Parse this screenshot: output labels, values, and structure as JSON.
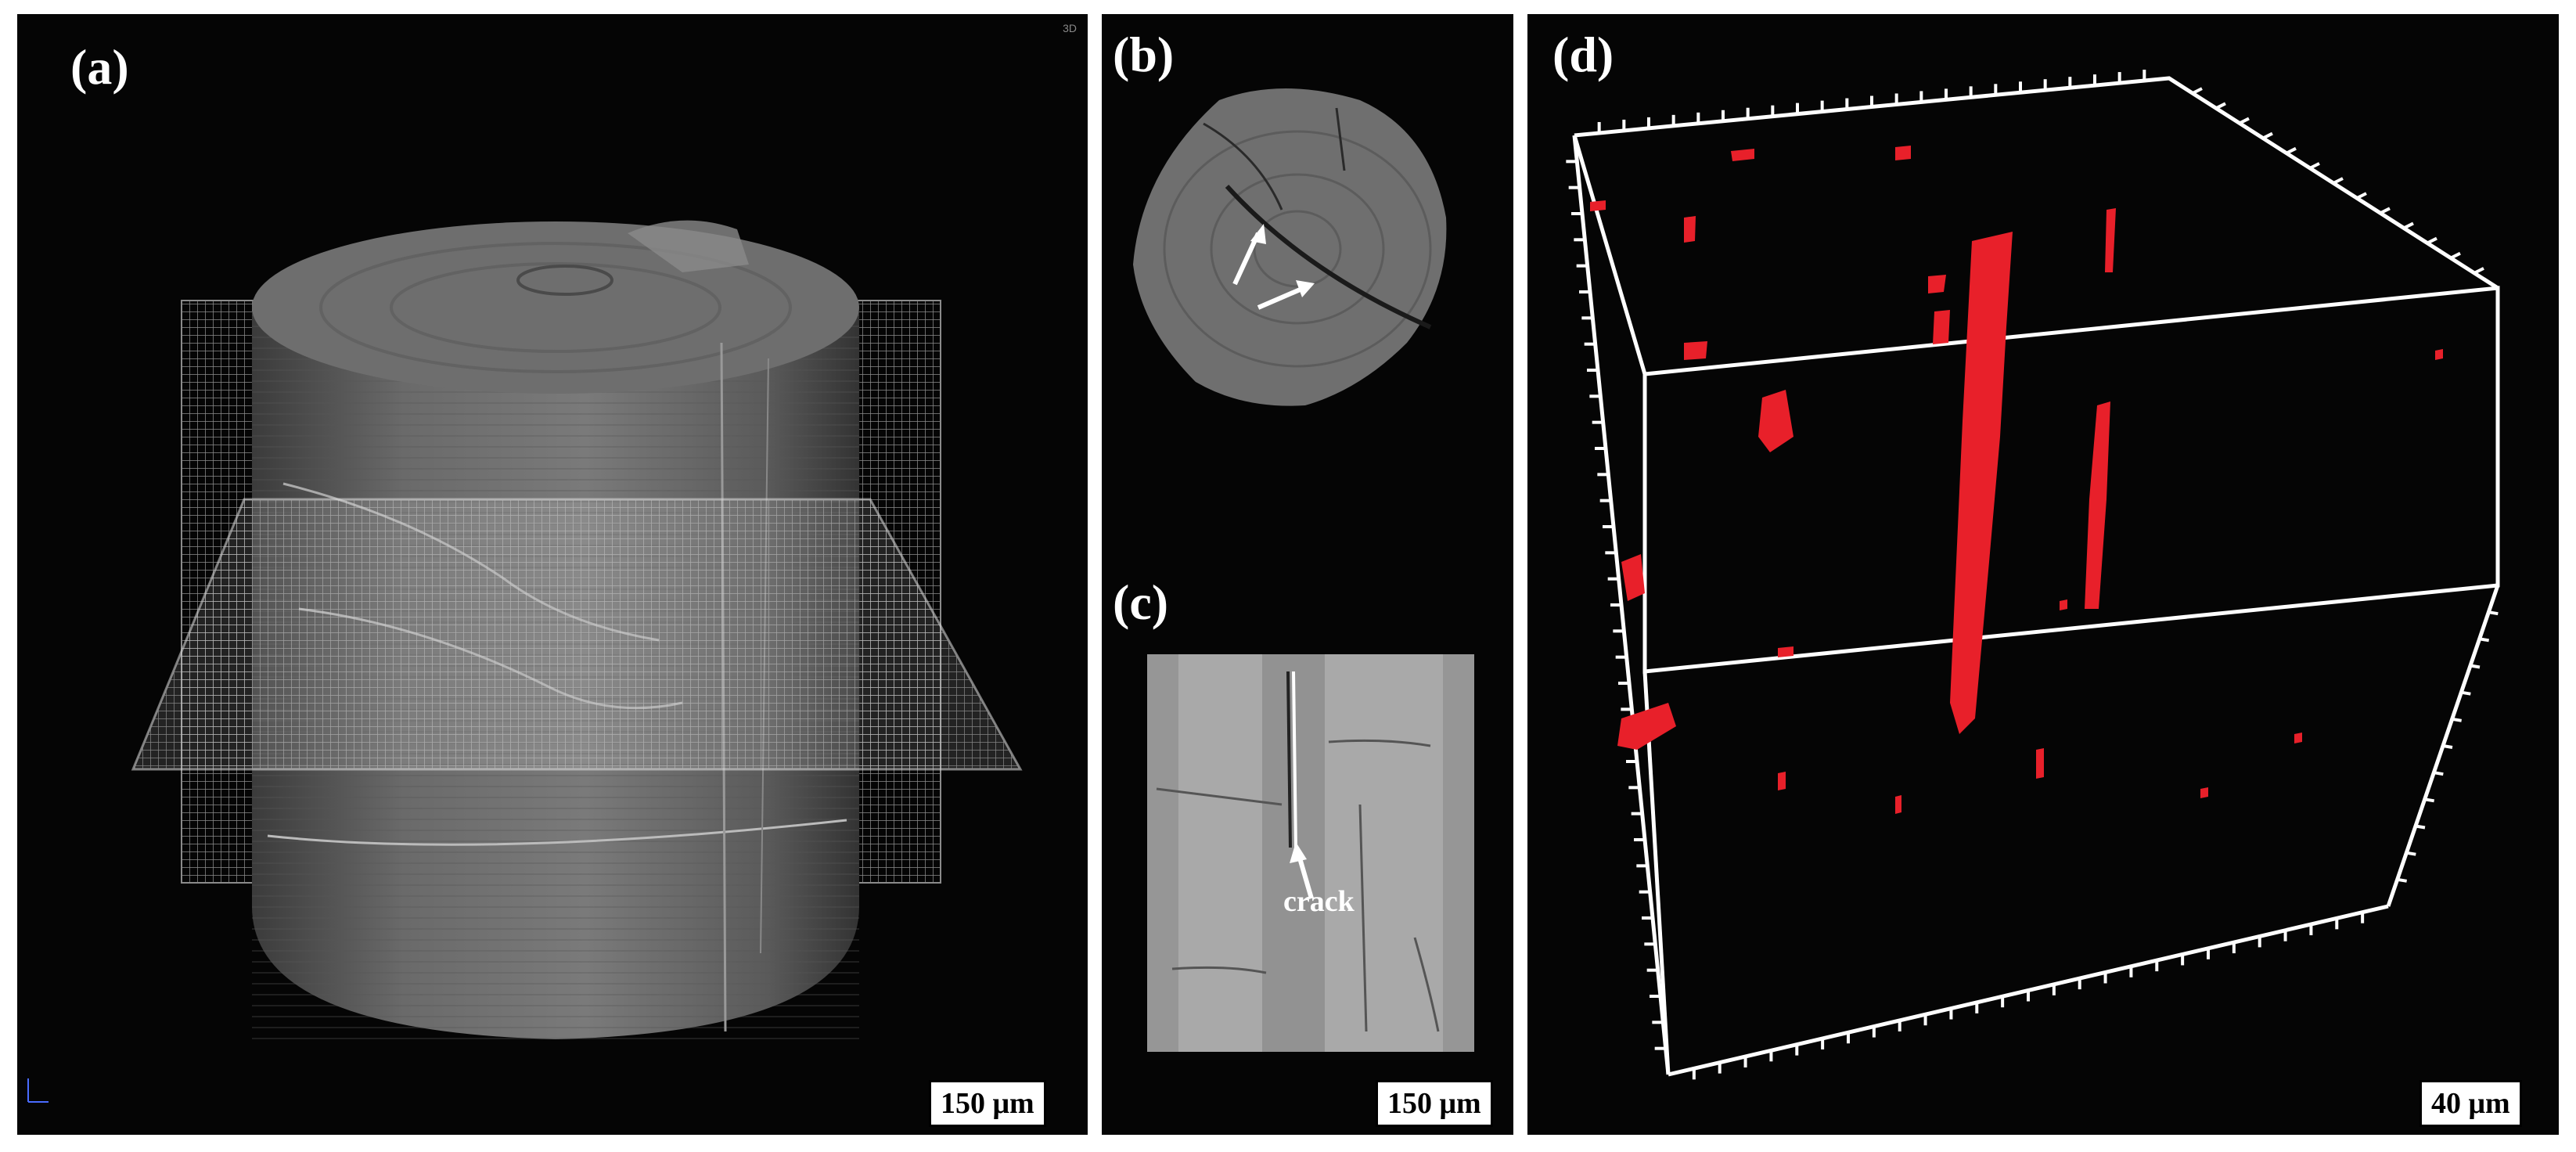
{
  "panels": {
    "a": {
      "label": "(a)",
      "scale": "150 μm",
      "corner_text": "3D"
    },
    "b": {
      "label": "(b)"
    },
    "c": {
      "label": "(c)",
      "scale": "150 μm",
      "annotation": "crack"
    },
    "d": {
      "label": "(d)",
      "scale": "40 μm"
    }
  },
  "colors": {
    "background": "#050505",
    "highlight": "#e8202a",
    "text": "#ffffff"
  }
}
